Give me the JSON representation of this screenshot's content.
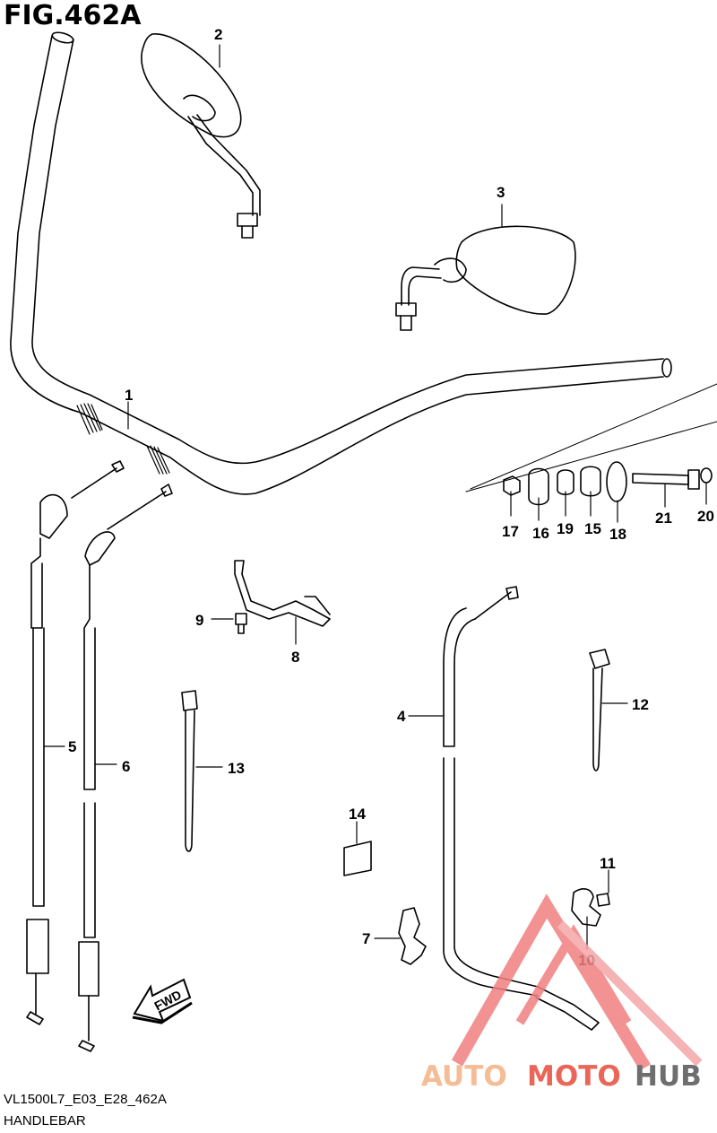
{
  "figure": {
    "title": "FIG.462A",
    "model_code": "VL1500L7_E03_E28_462A",
    "name": "HANDLEBAR"
  },
  "callouts": [
    "1",
    "2",
    "3",
    "4",
    "5",
    "6",
    "7",
    "8",
    "9",
    "10",
    "11",
    "12",
    "13",
    "14",
    "15",
    "16",
    "17",
    "18",
    "19",
    "20",
    "21"
  ],
  "fwd_label": "FWD",
  "watermark": {
    "part1": "AUTO",
    "part2": "MOTO",
    "part3": "HUB",
    "color_primary": "#f4b183",
    "color_secondary": "#e74c3c",
    "color_dark": "#555555"
  }
}
